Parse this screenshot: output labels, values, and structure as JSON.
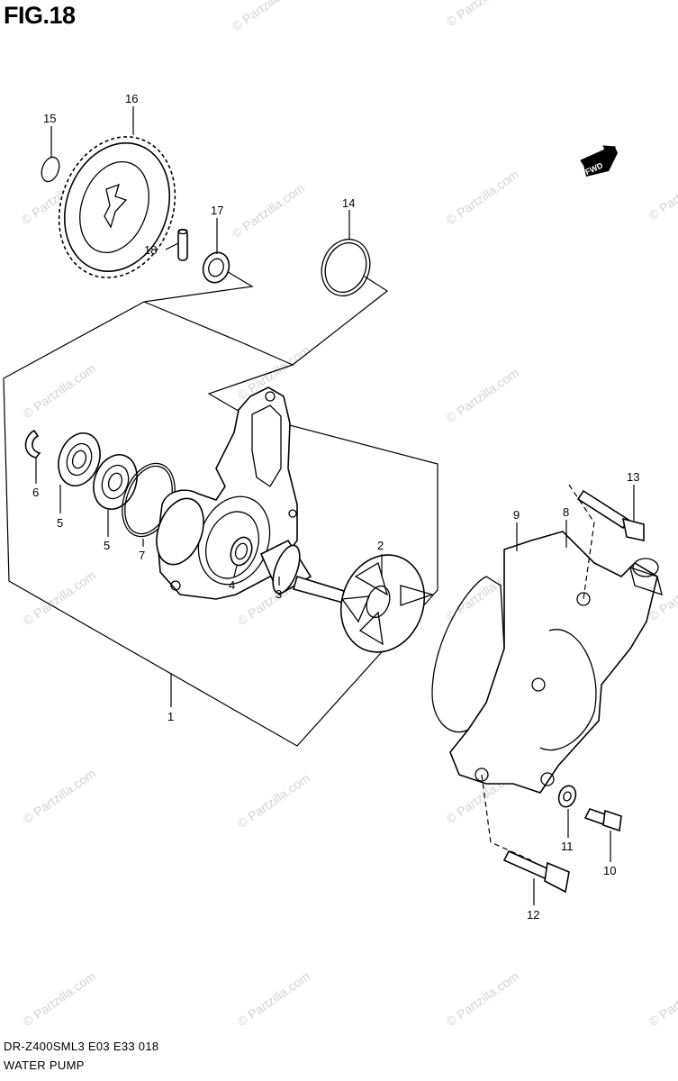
{
  "figure": {
    "title": "FIG.18"
  },
  "footer": {
    "model_code": "DR-Z400SML3  E03  E33  018",
    "section_name": "WATER PUMP"
  },
  "watermark": {
    "text": "© Partzilla.com"
  },
  "fwd_badge": {
    "text": "FWD"
  },
  "callouts": [
    {
      "id": "1",
      "label": "1"
    },
    {
      "id": "2",
      "label": "2"
    },
    {
      "id": "3",
      "label": "3"
    },
    {
      "id": "4",
      "label": "4"
    },
    {
      "id": "5a",
      "label": "5"
    },
    {
      "id": "5b",
      "label": "5"
    },
    {
      "id": "6",
      "label": "6"
    },
    {
      "id": "7",
      "label": "7"
    },
    {
      "id": "8",
      "label": "8"
    },
    {
      "id": "9",
      "label": "9"
    },
    {
      "id": "10",
      "label": "10"
    },
    {
      "id": "11",
      "label": "11"
    },
    {
      "id": "12",
      "label": "12"
    },
    {
      "id": "13",
      "label": "13"
    },
    {
      "id": "14",
      "label": "14"
    },
    {
      "id": "15",
      "label": "15"
    },
    {
      "id": "16",
      "label": "16"
    },
    {
      "id": "17",
      "label": "17"
    },
    {
      "id": "18",
      "label": "18"
    }
  ]
}
